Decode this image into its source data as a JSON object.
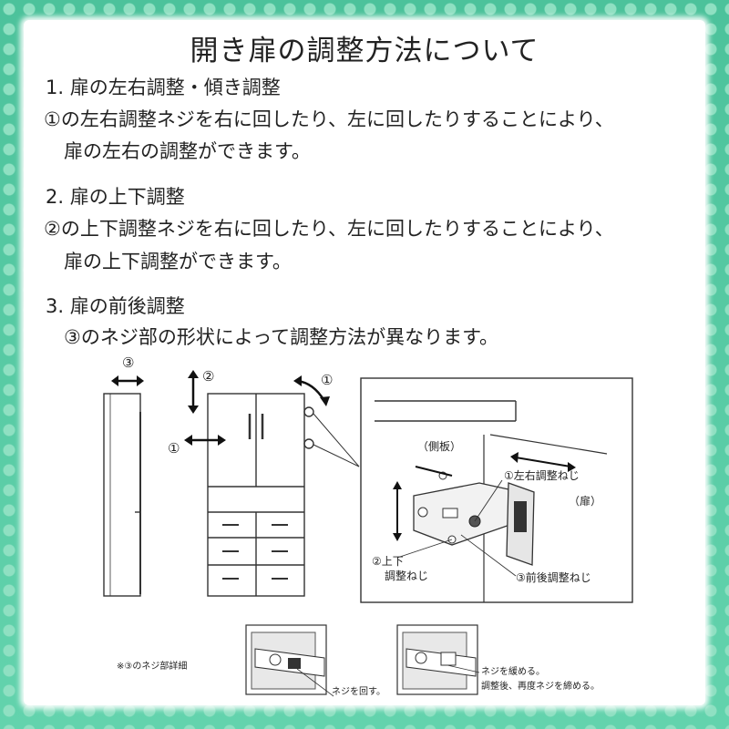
{
  "title": "開き扉の調整方法について",
  "sections": [
    {
      "heading": "1.  扉の左右調整・傾き調整",
      "body1": "①の左右調整ネジを右に回したり、左に回したりすることにより、",
      "body2": "扉の左右の調整ができます。"
    },
    {
      "heading": "2.  扉の上下調整",
      "body1": "②の上下調整ネジを右に回したり、左に回したりすることにより、",
      "body2": "扉の上下調整ができます。"
    },
    {
      "heading": "3.  扉の前後調整",
      "body1": "③のネジ部の形状によって調整方法が異なります。"
    }
  ],
  "diagram": {
    "cab_label_3": "③",
    "cab_label_2": "②",
    "cab_label_1": "①",
    "cab_label_1_left": "①",
    "side_panel_label": "（側板）",
    "door_label": "（扉）",
    "screw1_label": "①左右調整ねじ",
    "screw2_label_a": "②上下",
    "screw2_label_b": "調整ねじ",
    "screw3_label": "③前後調整ねじ"
  },
  "detail": {
    "caption": "※③のネジ部詳細",
    "note_left": "ネジを回す。",
    "note_right_1": "ネジを緩める。",
    "note_right_2": "調整後、再度ネジを締める。"
  }
}
